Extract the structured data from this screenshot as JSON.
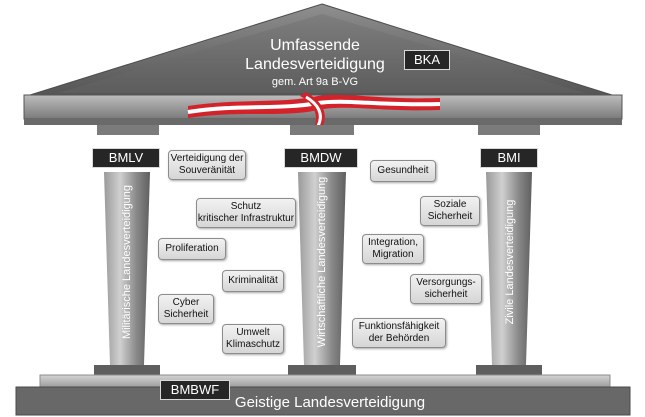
{
  "roof": {
    "title_line1": "Umfassende",
    "title_line2": "Landesverteidigung",
    "subtitle": "gem. Art 9a B-VG",
    "badge": "BKA"
  },
  "pillars": [
    {
      "badge": "BMLV",
      "label": "Militärische Landesverteidigung"
    },
    {
      "badge": "BMDW",
      "label": "Wirtschaftliche Landesverteidigung"
    },
    {
      "badge": "BMI",
      "label": "Zivile Landesverteidigung"
    }
  ],
  "threats": [
    {
      "line1": "Verteidigung der",
      "line2": "Souveränität"
    },
    {
      "line1": "Schutz",
      "line2": "kritischer Infrastruktur"
    },
    {
      "line1": "Proliferation",
      "line2": ""
    },
    {
      "line1": "Kriminalität",
      "line2": ""
    },
    {
      "line1": "Cyber",
      "line2": "Sicherheit"
    },
    {
      "line1": "Umwelt",
      "line2": "Klimaschutz"
    },
    {
      "line1": "Gesundheit",
      "line2": ""
    },
    {
      "line1": "Soziale",
      "line2": "Sicherheit"
    },
    {
      "line1": "Integration,",
      "line2": "Migration"
    },
    {
      "line1": "Versorgungs-",
      "line2": "sicherheit"
    },
    {
      "line1": "Funktionsfähigkeit",
      "line2": "der Behörden"
    }
  ],
  "base": {
    "badge": "BMBWF",
    "title": "Geistige Landesverteidigung"
  },
  "colors": {
    "roof": "#6e6e6e",
    "pillar": "#8a8a8a",
    "badge": "#262626",
    "flag_red": "#d3222a",
    "flag_white": "#ffffff"
  }
}
